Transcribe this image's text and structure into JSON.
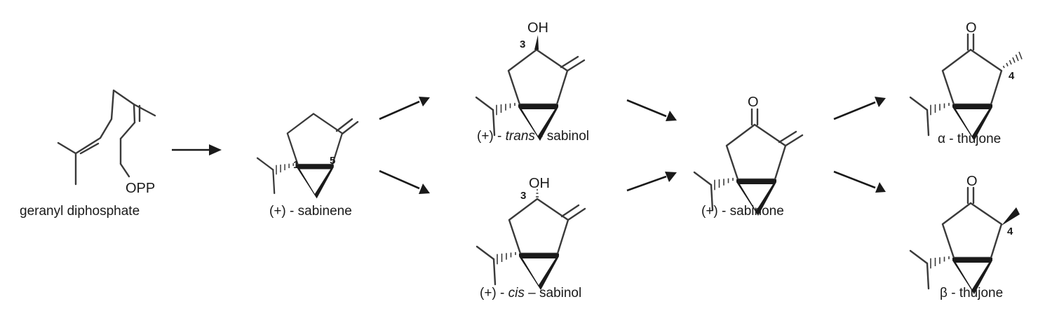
{
  "compounds": {
    "gpp": {
      "name": "geranyl diphosphate",
      "group": "OPP"
    },
    "sabinene": {
      "prefix": "(+)",
      "sep": " - ",
      "name": "sabinene",
      "c1": "1",
      "c5": "5"
    },
    "trans_sabinol": {
      "prefix": "(+)",
      "sep1": " - ",
      "stereo": "trans",
      "sep2": " - ",
      "name": "sabinol",
      "oh": "OH",
      "c3": "3"
    },
    "cis_sabinol": {
      "prefix": "(+)",
      "sep1": " - ",
      "stereo": "cis",
      "sep2": " – ",
      "name": "sabinol",
      "oh": "OH",
      "c3": "3"
    },
    "sabinone": {
      "prefix": "(+)",
      "sep": " - ",
      "name": "sabinone",
      "o": "O"
    },
    "alpha_thujone": {
      "greek": "α",
      "sep": " - ",
      "name": "thujone",
      "o": "O",
      "c4": "4"
    },
    "beta_thujone": {
      "greek": "β",
      "sep": " - ",
      "name": "thujone",
      "o": "O",
      "c4": "4"
    }
  }
}
